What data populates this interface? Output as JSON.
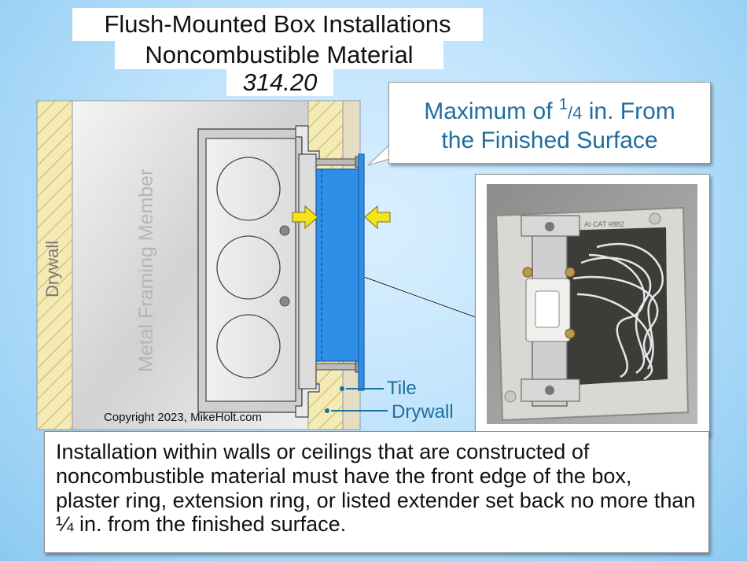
{
  "title": {
    "line1": "Flush-Mounted Box Installations",
    "line2": "Noncombustible Material",
    "code": "314.20"
  },
  "callout": {
    "prefix": "Maximum of ",
    "frac_num": "1",
    "frac_den": "/4",
    "suffix": " in. From",
    "line2": "the Finished Surface"
  },
  "diagram": {
    "drywall_label": "Drywall",
    "framing_label": "Metal Framing Member",
    "tile_label": "Tile",
    "drywall_right_label": "Drywall",
    "copyright": "Copyright 2023, MikeHolt.com"
  },
  "photo": {
    "box_marking": "AI CAT #882"
  },
  "body_text": "Installation within walls or ceilings that are constructed of noncombustible material must have the front edge of the box, plaster ring, extension ring, or listed extender set back no more than ¼ in. from the finished surface.",
  "colors": {
    "accent_blue": "#1f6e9d",
    "extender_blue": "#2f8fe8",
    "arrow_yellow": "#f5e31a",
    "drywall_yellow": "#f3e9b5"
  }
}
